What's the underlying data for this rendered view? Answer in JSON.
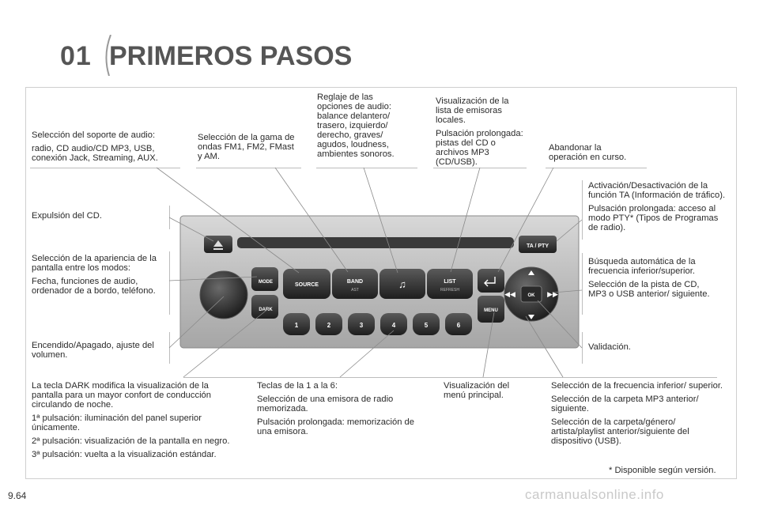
{
  "header": {
    "chapter": "01",
    "title": "PRIMEROS PASOS"
  },
  "notes": {
    "audio_source": [
      "Selección del soporte de audio:",
      "radio, CD audio/CD MP3, USB, conexión Jack, Streaming, AUX."
    ],
    "wave_band": [
      "Selección de la gama de ondas FM1, FM2, FMast y AM."
    ],
    "audio_options": [
      "Reglaje de las opciones de audio: balance delantero/ trasero, izquierdo/ derecho, graves/ agudos, loudness, ambientes sonoros."
    ],
    "station_list": [
      "Visualización de la lista de emisoras locales.",
      "Pulsación prolongada: pistas del CD o archivos MP3 (CD/USB)."
    ],
    "abandon": [
      "Abandonar la operación en curso."
    ],
    "ta": [
      "Activación/Desactivación de la función TA (Información de tráfico).",
      "Pulsación prolongada: acceso al modo PTY* (Tipos de Programas de radio)."
    ],
    "eject": [
      "Expulsión del CD."
    ],
    "display_mode": [
      "Selección de la apariencia de la pantalla entre los modos:",
      "Fecha, funciones de audio, ordenador de a bordo, teléfono."
    ],
    "auto_search": [
      "Búsqueda automática de la frecuencia inferior/superior.",
      "Selección de la pista de CD, MP3 o USB anterior/ siguiente."
    ],
    "power": [
      "Encendido/Apagado, ajuste del volumen."
    ],
    "validation": [
      "Validación."
    ],
    "dark": [
      "La tecla DARK modifica la visualización de la pantalla para un mayor confort de conducción circulando de noche.",
      "1ª pulsación: iluminación del panel superior únicamente.",
      "2ª pulsación: visualización de la pantalla en negro.",
      "3ª pulsación: vuelta a la visualización estándar."
    ],
    "keys_1_6": [
      "Teclas de la 1 a la 6:",
      "Selección de una emisora de radio memorizada.",
      "Pulsación prolongada: memorización de una emisora."
    ],
    "main_menu": [
      "Visualización del menú principal."
    ],
    "frequency": [
      "Selección de la frecuencia inferior/ superior.",
      "Selección de la carpeta MP3 anterior/ siguiente.",
      "Selección de la carpeta/género/ artista/playlist anterior/siguiente del dispositivo (USB)."
    ]
  },
  "radio": {
    "mode_label": "MODE",
    "dark_label": "DARK",
    "source_label": "SOURCE",
    "band_label": "BAND",
    "band_sub": "AST",
    "list_label": "LIST",
    "list_sub": "REFRESH",
    "menu_label": "MENU",
    "ok_label": "OK",
    "ta_label": "TA / PTY",
    "presets": [
      "1",
      "2",
      "3",
      "4",
      "5",
      "6"
    ]
  },
  "footnote": "* Disponible según versión.",
  "page_number": "9.64",
  "watermark": "carmanualsonline.info"
}
